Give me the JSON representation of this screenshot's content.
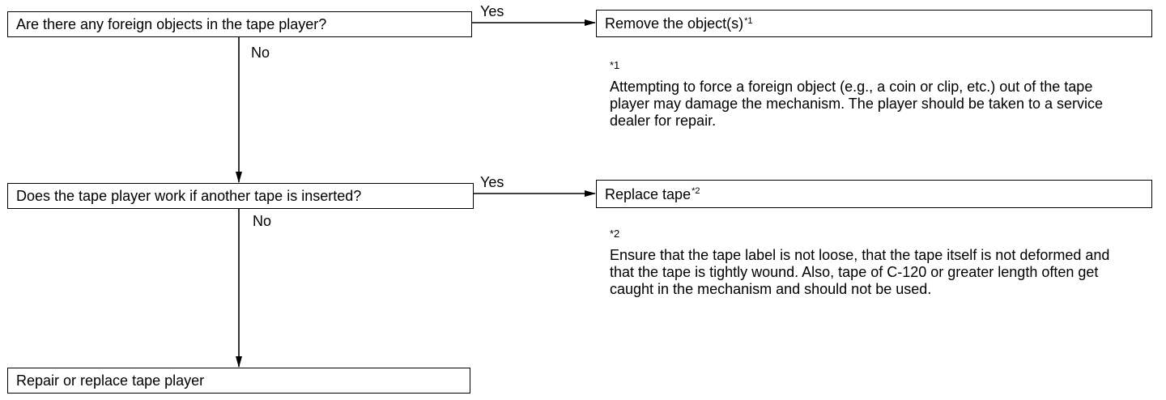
{
  "flowchart": {
    "q1": {
      "text": "Are there any foreign objects in the tape player?"
    },
    "q1_yes_label": "Yes",
    "q1_no_label": "No",
    "action1": {
      "text": "Remove the object(s)",
      "footnote_ref": "*1"
    },
    "note1": {
      "mark": "*1",
      "text": "Attempting to force a foreign object (e.g., a coin or clip, etc.) out of the tape player may damage the mechanism. The player should be taken to a service dealer for repair."
    },
    "q2": {
      "text": "Does the tape player work if another tape is inserted?"
    },
    "q2_yes_label": "Yes",
    "q2_no_label": "No",
    "action2": {
      "text": "Replace tape",
      "footnote_ref": "*2"
    },
    "note2": {
      "mark": "*2",
      "text": "Ensure that the tape label is not loose, that the tape itself is not deformed and that the tape is tightly wound. Also, tape of C-120 or greater length often get caught in the mechanism and should not be used."
    },
    "final": {
      "text": "Repair or replace tape player"
    }
  }
}
